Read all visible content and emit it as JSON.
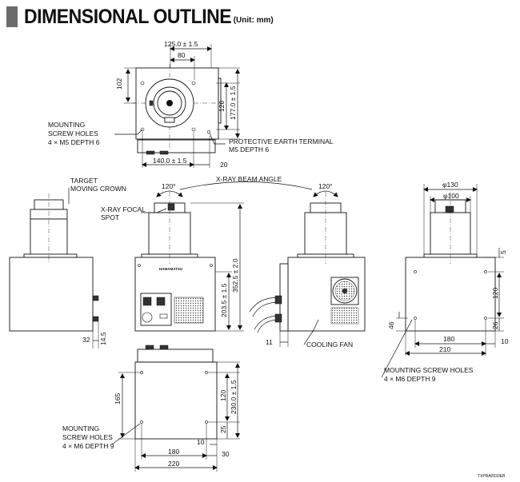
{
  "title": {
    "main": "DIMENSIONAL OUTLINE",
    "unit": "(Unit: mm)"
  },
  "labels": {
    "mounting_m5": [
      "MOUNTING",
      "SCREW HOLES",
      "4 × M5  DEPTH 6"
    ],
    "earth_terminal": [
      "PROTECTIVE EARTH TERMINAL",
      "M5 DEPTH 6"
    ],
    "target": [
      "TARGET",
      "MOVING CROWN"
    ],
    "xray_beam": "X-RAY BEAM ANGLE",
    "focal_spot": [
      "X-RAY FOCAL",
      "SPOT"
    ],
    "cooling_fan": "COOLING FAN",
    "mounting_m6_right": [
      "MOUNTING SCREW HOLES",
      "4 × M6  DEPTH 9"
    ],
    "mounting_m6_bottom": [
      "MOUNTING",
      "SCREW HOLES",
      "4 × M6  DEPTH 9"
    ],
    "brand": "HAMAMATSU",
    "code": "TXPRA0033EB"
  },
  "dims": {
    "top_w": "125.0 ± 1.5",
    "top_80": "80",
    "top_102": "102",
    "top_120": "120",
    "top_177": "177.0 ± 1.5",
    "top_140": "140.0 ± 1.5",
    "top_20": "20",
    "angle_left": "120°",
    "angle_right": "120°",
    "d352": "352.5 ± 2.0",
    "d203": "203.5 ± 1.5",
    "d32": "32",
    "d14": "14.5",
    "d11": "11",
    "phi130": "φ130",
    "phi100": "φ100",
    "r5": "5",
    "r120": "120",
    "r26": "26",
    "r46": "46",
    "r180": "180",
    "r210": "210",
    "r10": "10",
    "b165": "165",
    "b120": "120",
    "b230": "230.0 ± 1.5",
    "b25": "25",
    "b10": "10",
    "b180": "180",
    "b30": "30",
    "b220": "220"
  }
}
